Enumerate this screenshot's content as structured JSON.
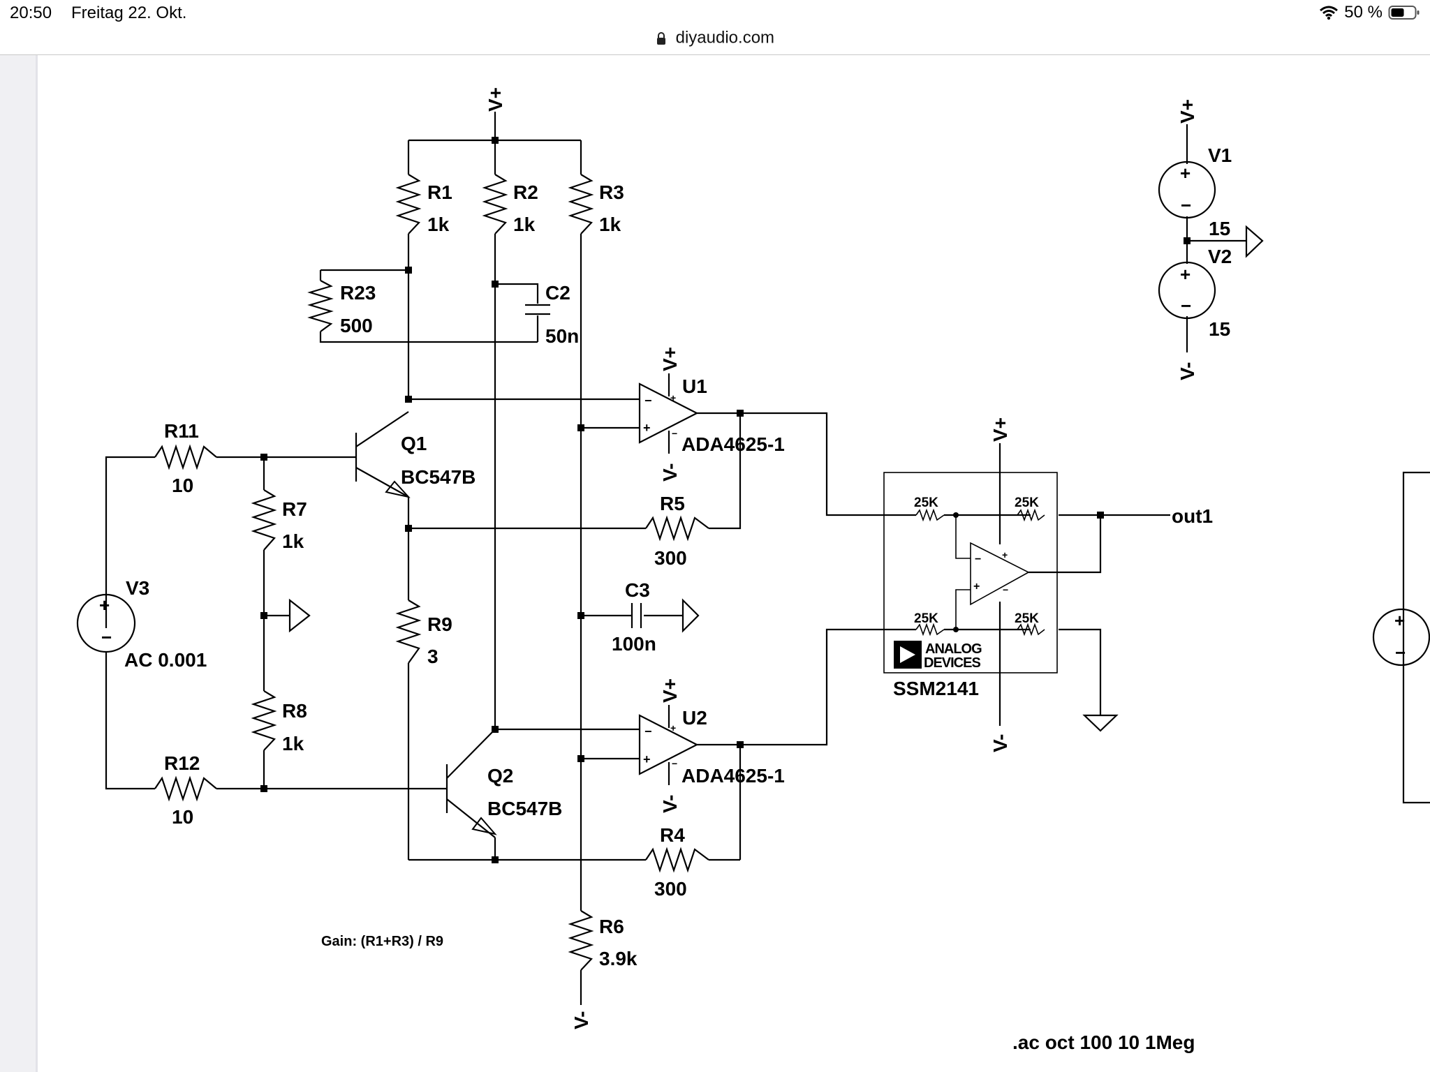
{
  "status_bar": {
    "time": "20:50",
    "date": "Freitag 22. Okt.",
    "battery": "50 %",
    "icons": [
      "wifi-icon",
      "battery-icon"
    ]
  },
  "url_bar": {
    "domain": "diyaudio.com",
    "icons": [
      "lock-icon"
    ]
  },
  "schematic": {
    "rails": {
      "vpos": "V+",
      "vneg": "V-"
    },
    "parts": {
      "R1": {
        "ref": "R1",
        "value": "1k"
      },
      "R2": {
        "ref": "R2",
        "value": "1k"
      },
      "R3": {
        "ref": "R3",
        "value": "1k"
      },
      "R23": {
        "ref": "R23",
        "value": "500"
      },
      "C2": {
        "ref": "C2",
        "value": "50n"
      },
      "R11": {
        "ref": "R11",
        "value": "10"
      },
      "R12": {
        "ref": "R12",
        "value": "10"
      },
      "R7": {
        "ref": "R7",
        "value": "1k"
      },
      "R8": {
        "ref": "R8",
        "value": "1k"
      },
      "V3": {
        "ref": "V3",
        "value": "AC 0.001"
      },
      "Q1": {
        "ref": "Q1",
        "value": "BC547B"
      },
      "Q2": {
        "ref": "Q2",
        "value": "BC547B"
      },
      "R9": {
        "ref": "R9",
        "value": "3"
      },
      "R5": {
        "ref": "R5",
        "value": "300"
      },
      "R4": {
        "ref": "R4",
        "value": "300"
      },
      "C3": {
        "ref": "C3",
        "value": "100n"
      },
      "U1": {
        "ref": "U1",
        "value": "ADA4625-1"
      },
      "U2": {
        "ref": "U2",
        "value": "ADA4625-1"
      },
      "R6": {
        "ref": "R6",
        "value": "3.9k"
      },
      "V1": {
        "ref": "V1",
        "value": "15"
      },
      "V2": {
        "ref": "V2",
        "value": "15"
      },
      "SSM": {
        "ref": "SSM2141",
        "r1": "25K",
        "r2": "25K",
        "r3": "25K",
        "r4": "25K",
        "logo_line1": "ANALOG",
        "logo_line2": "DEVICES"
      }
    },
    "net_out": "out1",
    "gain_note": "Gain: (R1+R3) / R9",
    "sim_directive": ".ac oct 100 10 1Meg"
  }
}
